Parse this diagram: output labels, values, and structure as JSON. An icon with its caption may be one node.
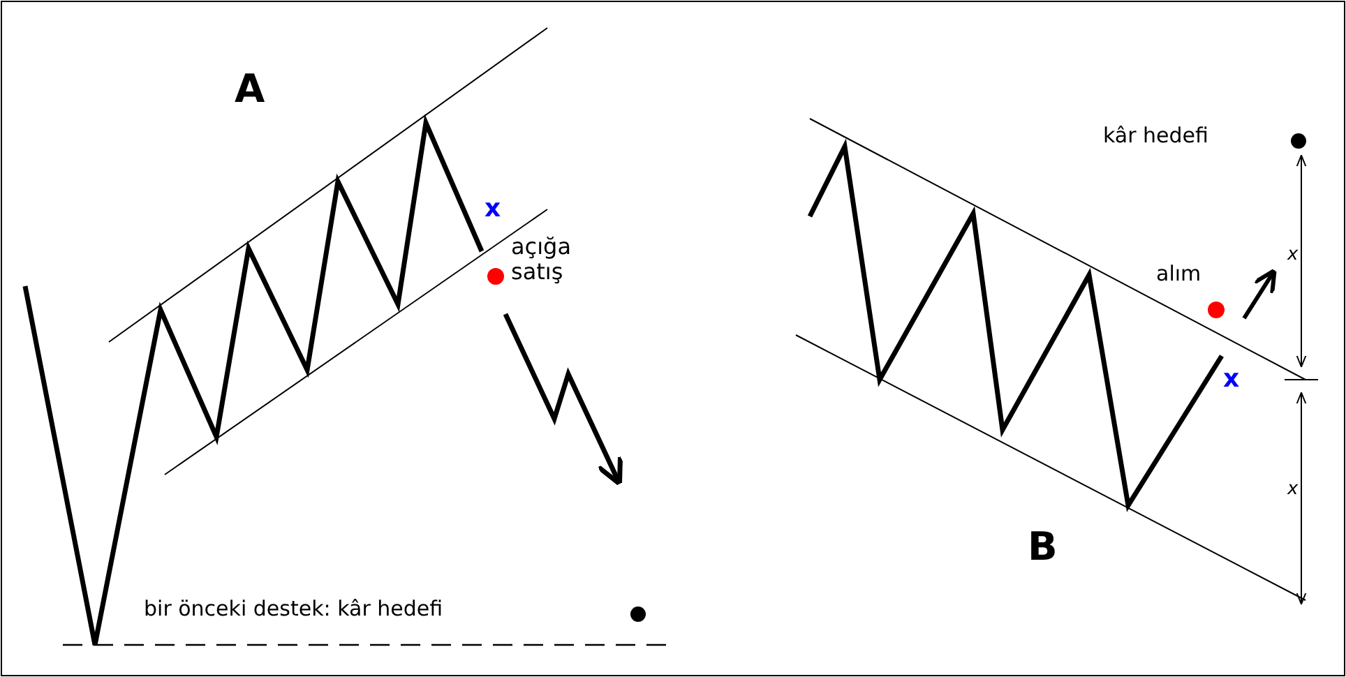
{
  "diagram": {
    "labels": [
      "A",
      "x",
      "açığa satış",
      "kâr hedefi",
      "alım",
      "x",
      "x",
      "x",
      "B",
      "bir önceki destek: kâr hedefi"
    ]
  }
}
